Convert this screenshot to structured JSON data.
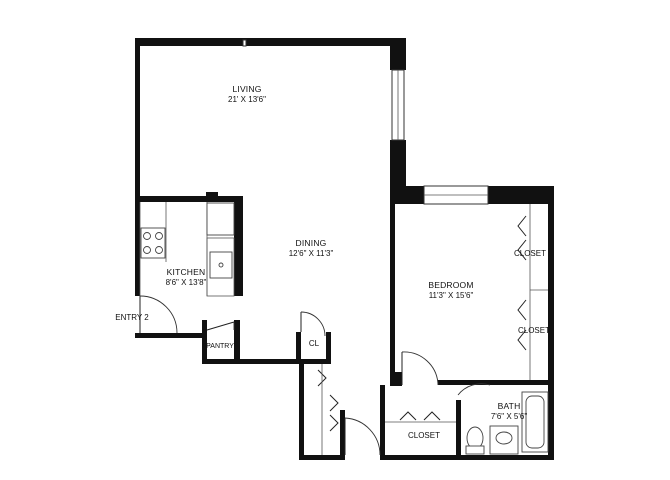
{
  "floor_plan": {
    "rooms": {
      "living": {
        "name": "LIVING",
        "dims": "21' X 13'6\""
      },
      "dining": {
        "name": "DINING",
        "dims": "12'6\" X 11'3\""
      },
      "kitchen": {
        "name": "KITCHEN",
        "dims": "8'6\" X 13'8\""
      },
      "bedroom": {
        "name": "BEDROOM",
        "dims": "11'3\" X 15'6\""
      },
      "bath": {
        "name": "BATH",
        "dims": "7'6\" X 5'6\""
      }
    },
    "labels": {
      "entry": "ENTRY 2",
      "pantry": "PANTRY",
      "cl": "CL",
      "closet_upper": "CLOSET",
      "closet_middle": "CLOSET",
      "closet_lower": "CLOSET"
    },
    "colors": {
      "wall": "#111111",
      "background": "#ffffff",
      "line": "#333333"
    }
  }
}
